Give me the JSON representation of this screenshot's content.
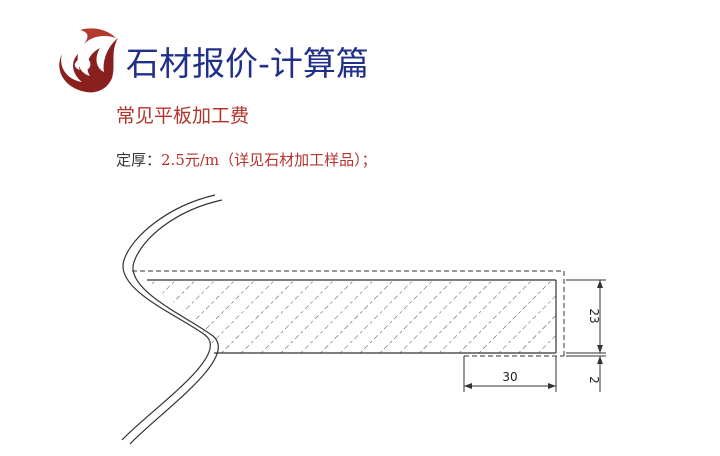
{
  "header": {
    "title": "石材报价-计算篇",
    "subtitle": "常见平板加工费"
  },
  "price": {
    "label": "定厚：",
    "value": "2.5元/m",
    "note": "（详见石材加工样品）；"
  },
  "drawing": {
    "dim_width": "30",
    "dim_thickness": "23",
    "dim_step": "2"
  },
  "colors": {
    "title": "#20308a",
    "accent": "#b5332b",
    "logo": "#8a1f1f"
  }
}
